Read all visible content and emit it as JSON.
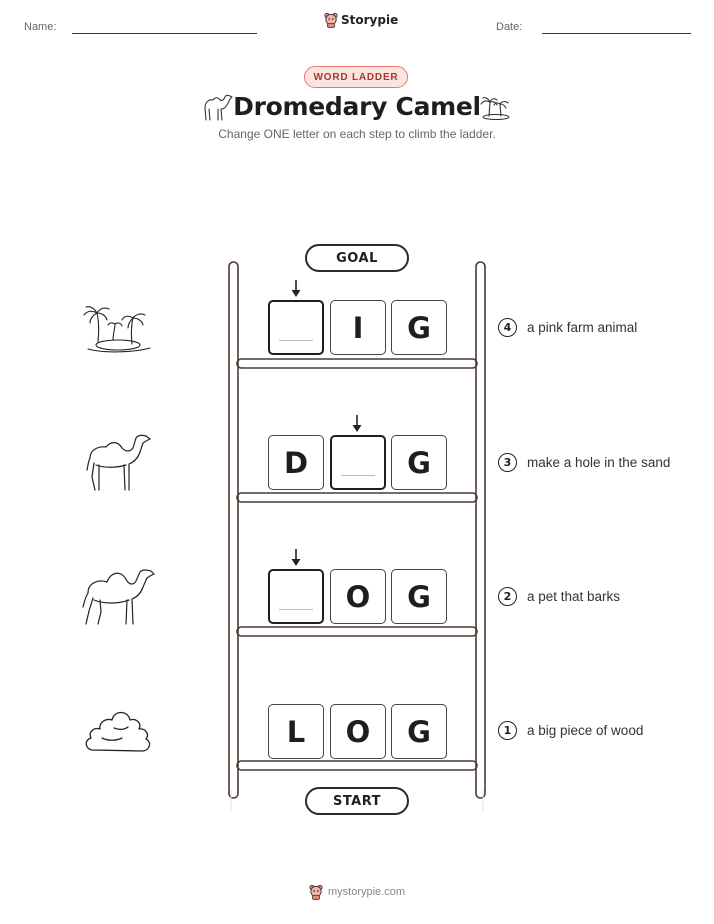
{
  "header": {
    "name_label": "Name:",
    "date_label": "Date:",
    "brand": "Storypie"
  },
  "badge": "WORD LADDER",
  "title": "Dromedary Camel",
  "subtitle": "Change ONE letter on each step to climb the ladder.",
  "ladder": {
    "goal_label": "GOAL",
    "start_label": "START",
    "rows": [
      {
        "step": "4",
        "letters": [
          "",
          "I",
          "G"
        ],
        "changed_index": 0,
        "clue": "a pink farm animal",
        "picture": "oasis-icon"
      },
      {
        "step": "3",
        "letters": [
          "D",
          "",
          "G"
        ],
        "changed_index": 1,
        "clue": "make a hole in the sand",
        "picture": "camel-icon"
      },
      {
        "step": "2",
        "letters": [
          "",
          "O",
          "G"
        ],
        "changed_index": 0,
        "clue": "a pet that barks",
        "picture": "camel-walking-icon"
      },
      {
        "step": "1",
        "letters": [
          "L",
          "O",
          "G"
        ],
        "changed_index": null,
        "clue": "a big piece of wood",
        "picture": "dung-icon"
      }
    ]
  },
  "footer": {
    "site": "mystorypie.com"
  },
  "colors": {
    "badge_border": "#e8776a",
    "badge_fill": "#fbe4df",
    "badge_text": "#a33a2f",
    "rail": "#4a3a33"
  }
}
